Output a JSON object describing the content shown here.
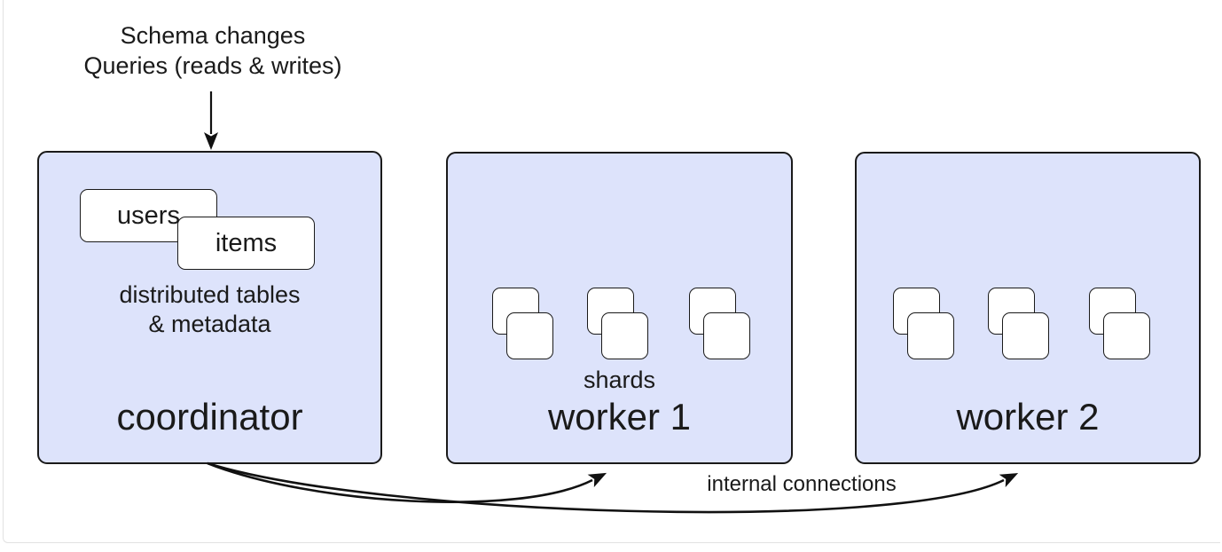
{
  "diagram": {
    "top_label": {
      "line1": "Schema changes",
      "line2": "Queries (reads & writes)"
    },
    "coordinator": {
      "title": "coordinator",
      "tables": [
        {
          "name": "users"
        },
        {
          "name": "items"
        }
      ],
      "caption": {
        "line1": "distributed tables",
        "line2": "& metadata"
      }
    },
    "workers": [
      {
        "title": "worker 1",
        "shards_label": "shards",
        "shard_groups": 3
      },
      {
        "title": "worker 2",
        "shard_groups": 3
      }
    ],
    "internal_connections_label": "internal connections",
    "colors": {
      "node_fill": "#dde3fb",
      "node_border": "#1a1a1a",
      "shard_fill": "#ffffff",
      "text": "#1a1a1a",
      "arrow": "#111111",
      "frame_border": "#e2e2e2",
      "background": "#ffffff"
    }
  }
}
